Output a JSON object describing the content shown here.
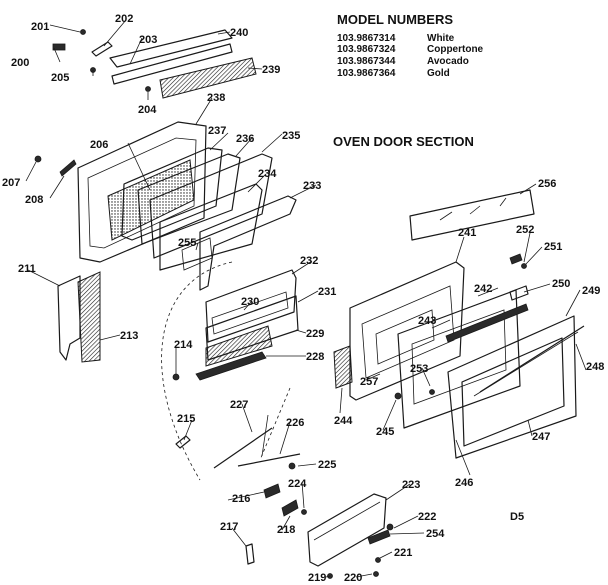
{
  "header": {
    "model_title": "MODEL NUMBERS",
    "models": [
      {
        "number": "103.9867314",
        "color": "White"
      },
      {
        "number": "103.9867324",
        "color": "Coppertone"
      },
      {
        "number": "103.9867344",
        "color": "Avocado"
      },
      {
        "number": "103.9867364",
        "color": "Gold"
      }
    ],
    "section_title": "OVEN DOOR SECTION"
  },
  "figure_code": "D5",
  "callouts": [
    "200",
    "201",
    "202",
    "203",
    "204",
    "205",
    "206",
    "207",
    "208",
    "211",
    "213",
    "214",
    "215",
    "216",
    "217",
    "218",
    "219",
    "220",
    "221",
    "222",
    "223",
    "224",
    "225",
    "226",
    "227",
    "228",
    "229",
    "230",
    "231",
    "232",
    "233",
    "234",
    "235",
    "236",
    "237",
    "238",
    "239",
    "240",
    "241",
    "242",
    "243",
    "244",
    "245",
    "246",
    "247",
    "248",
    "249",
    "250",
    "251",
    "252",
    "253",
    "254",
    "255",
    "256",
    "257"
  ]
}
